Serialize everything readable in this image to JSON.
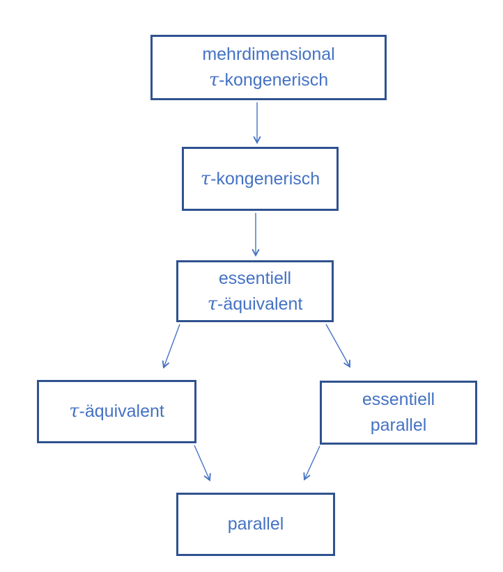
{
  "diagram": {
    "colors": {
      "box_border": "#2F528F",
      "box_fill": "#FFFFFF",
      "text": "#4472C4",
      "arrow": "#4472C4",
      "background": "#FFFFFF"
    },
    "nodes": {
      "mehrdimensional_tau_kongenerisch": {
        "line1": "mehrdimensional",
        "line2_tau": "τ",
        "line2_rest": "-kongenerisch"
      },
      "tau_kongenerisch": {
        "line1_tau": "τ",
        "line1_rest": "-kongenerisch"
      },
      "essentiell_tau_aequivalent": {
        "line1": "essentiell",
        "line2_tau": "τ",
        "line2_rest": "-äquivalent"
      },
      "tau_aequivalent": {
        "line1_tau": "τ",
        "line1_rest": "-äquivalent"
      },
      "essentiell_parallel": {
        "line1": "essentiell",
        "line2": "parallel"
      },
      "parallel": {
        "line1": "parallel"
      }
    },
    "edges": [
      {
        "from": "mehrdimensional τ-kongenerisch",
        "to": "τ-kongenerisch"
      },
      {
        "from": "τ-kongenerisch",
        "to": "essentiell τ-äquivalent"
      },
      {
        "from": "essentiell τ-äquivalent",
        "to": "τ-äquivalent"
      },
      {
        "from": "essentiell τ-äquivalent",
        "to": "essentiell parallel"
      },
      {
        "from": "τ-äquivalent",
        "to": "parallel"
      },
      {
        "from": "essentiell parallel",
        "to": "parallel"
      }
    ]
  }
}
